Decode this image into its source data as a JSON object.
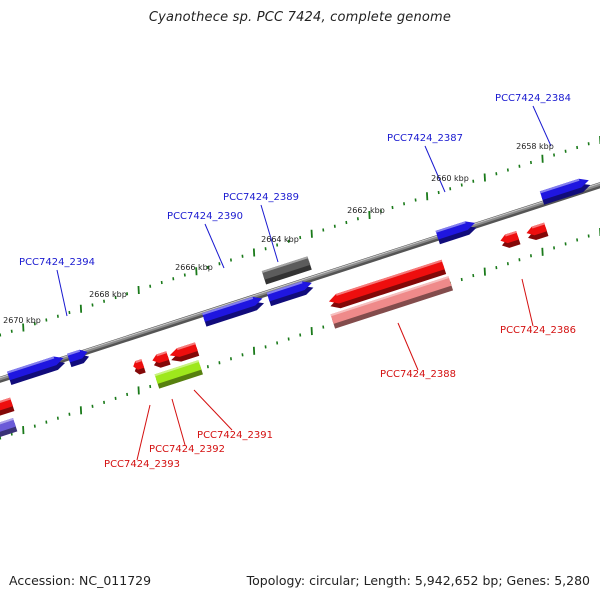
{
  "title": "Cyanothece sp. PCC 7424, complete genome",
  "footer": {
    "accession": "Accession: NC_011729",
    "summary": "Topology: circular; Length: 5,942,652 bp; Genes: 5,280"
  },
  "colors": {
    "forward_cds": "#1f16e0",
    "reverse_cds": "#ee0e0e",
    "reverse_rna": "#ef8a8a",
    "pseudo_gene": "#9ee81c",
    "other_gene": "#5c5c5c",
    "label_forward": "#1a1ad0",
    "label_reverse": "#d41010",
    "tick": "#1a7a1a",
    "backbone": "#8a8a8a"
  },
  "scale_labels": [
    "2658 kbp",
    "2660 kbp",
    "2662 kbp",
    "2664 kbp",
    "2666 kbp",
    "2668 kbp",
    "2670 kbp"
  ],
  "genes": [
    {
      "label": "PCC7424_2384",
      "strand": "forward"
    },
    {
      "label": "PCC7424_2387",
      "strand": "forward"
    },
    {
      "label": "PCC7424_2389",
      "strand": "forward"
    },
    {
      "label": "PCC7424_2390",
      "strand": "forward"
    },
    {
      "label": "PCC7424_2394",
      "strand": "forward"
    },
    {
      "label": "PCC7424_2386",
      "strand": "reverse"
    },
    {
      "label": "PCC7424_2388",
      "strand": "reverse"
    },
    {
      "label": "PCC7424_2391",
      "strand": "reverse"
    },
    {
      "label": "PCC7424_2392",
      "strand": "reverse"
    },
    {
      "label": "PCC7424_2393",
      "strand": "reverse"
    }
  ]
}
